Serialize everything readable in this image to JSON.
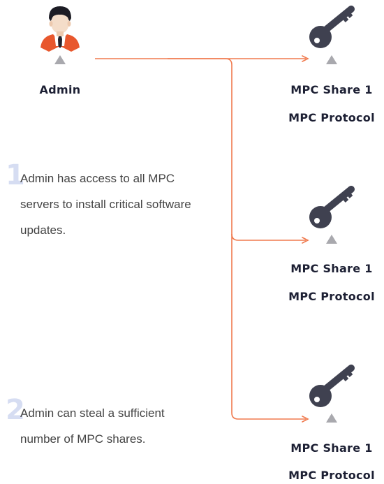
{
  "admin": {
    "label": "Admin",
    "icon": "admin-user-icon"
  },
  "nodes": [
    {
      "share_label": "MPC Share 1",
      "protocol_label": "MPC Protocol",
      "icon": "key-icon"
    },
    {
      "share_label": "MPC Share 1",
      "protocol_label": "MPC Protocol",
      "icon": "key-icon"
    },
    {
      "share_label": "MPC Share 1",
      "protocol_label": "MPC Protocol",
      "icon": "key-icon"
    }
  ],
  "steps": [
    {
      "number": "1",
      "text": "Admin has access to all MPC servers to install critical software updates."
    },
    {
      "number": "2",
      "text": "Admin can steal a sufficient number of MPC shares."
    }
  ],
  "colors": {
    "connector": "#f07a4e",
    "key": "#3f4150",
    "pointer": "#a9a9ae",
    "label": "#1c1f33",
    "body_text": "#444444",
    "step_number": "#d6ddf2",
    "admin_jacket": "#e8572d"
  }
}
